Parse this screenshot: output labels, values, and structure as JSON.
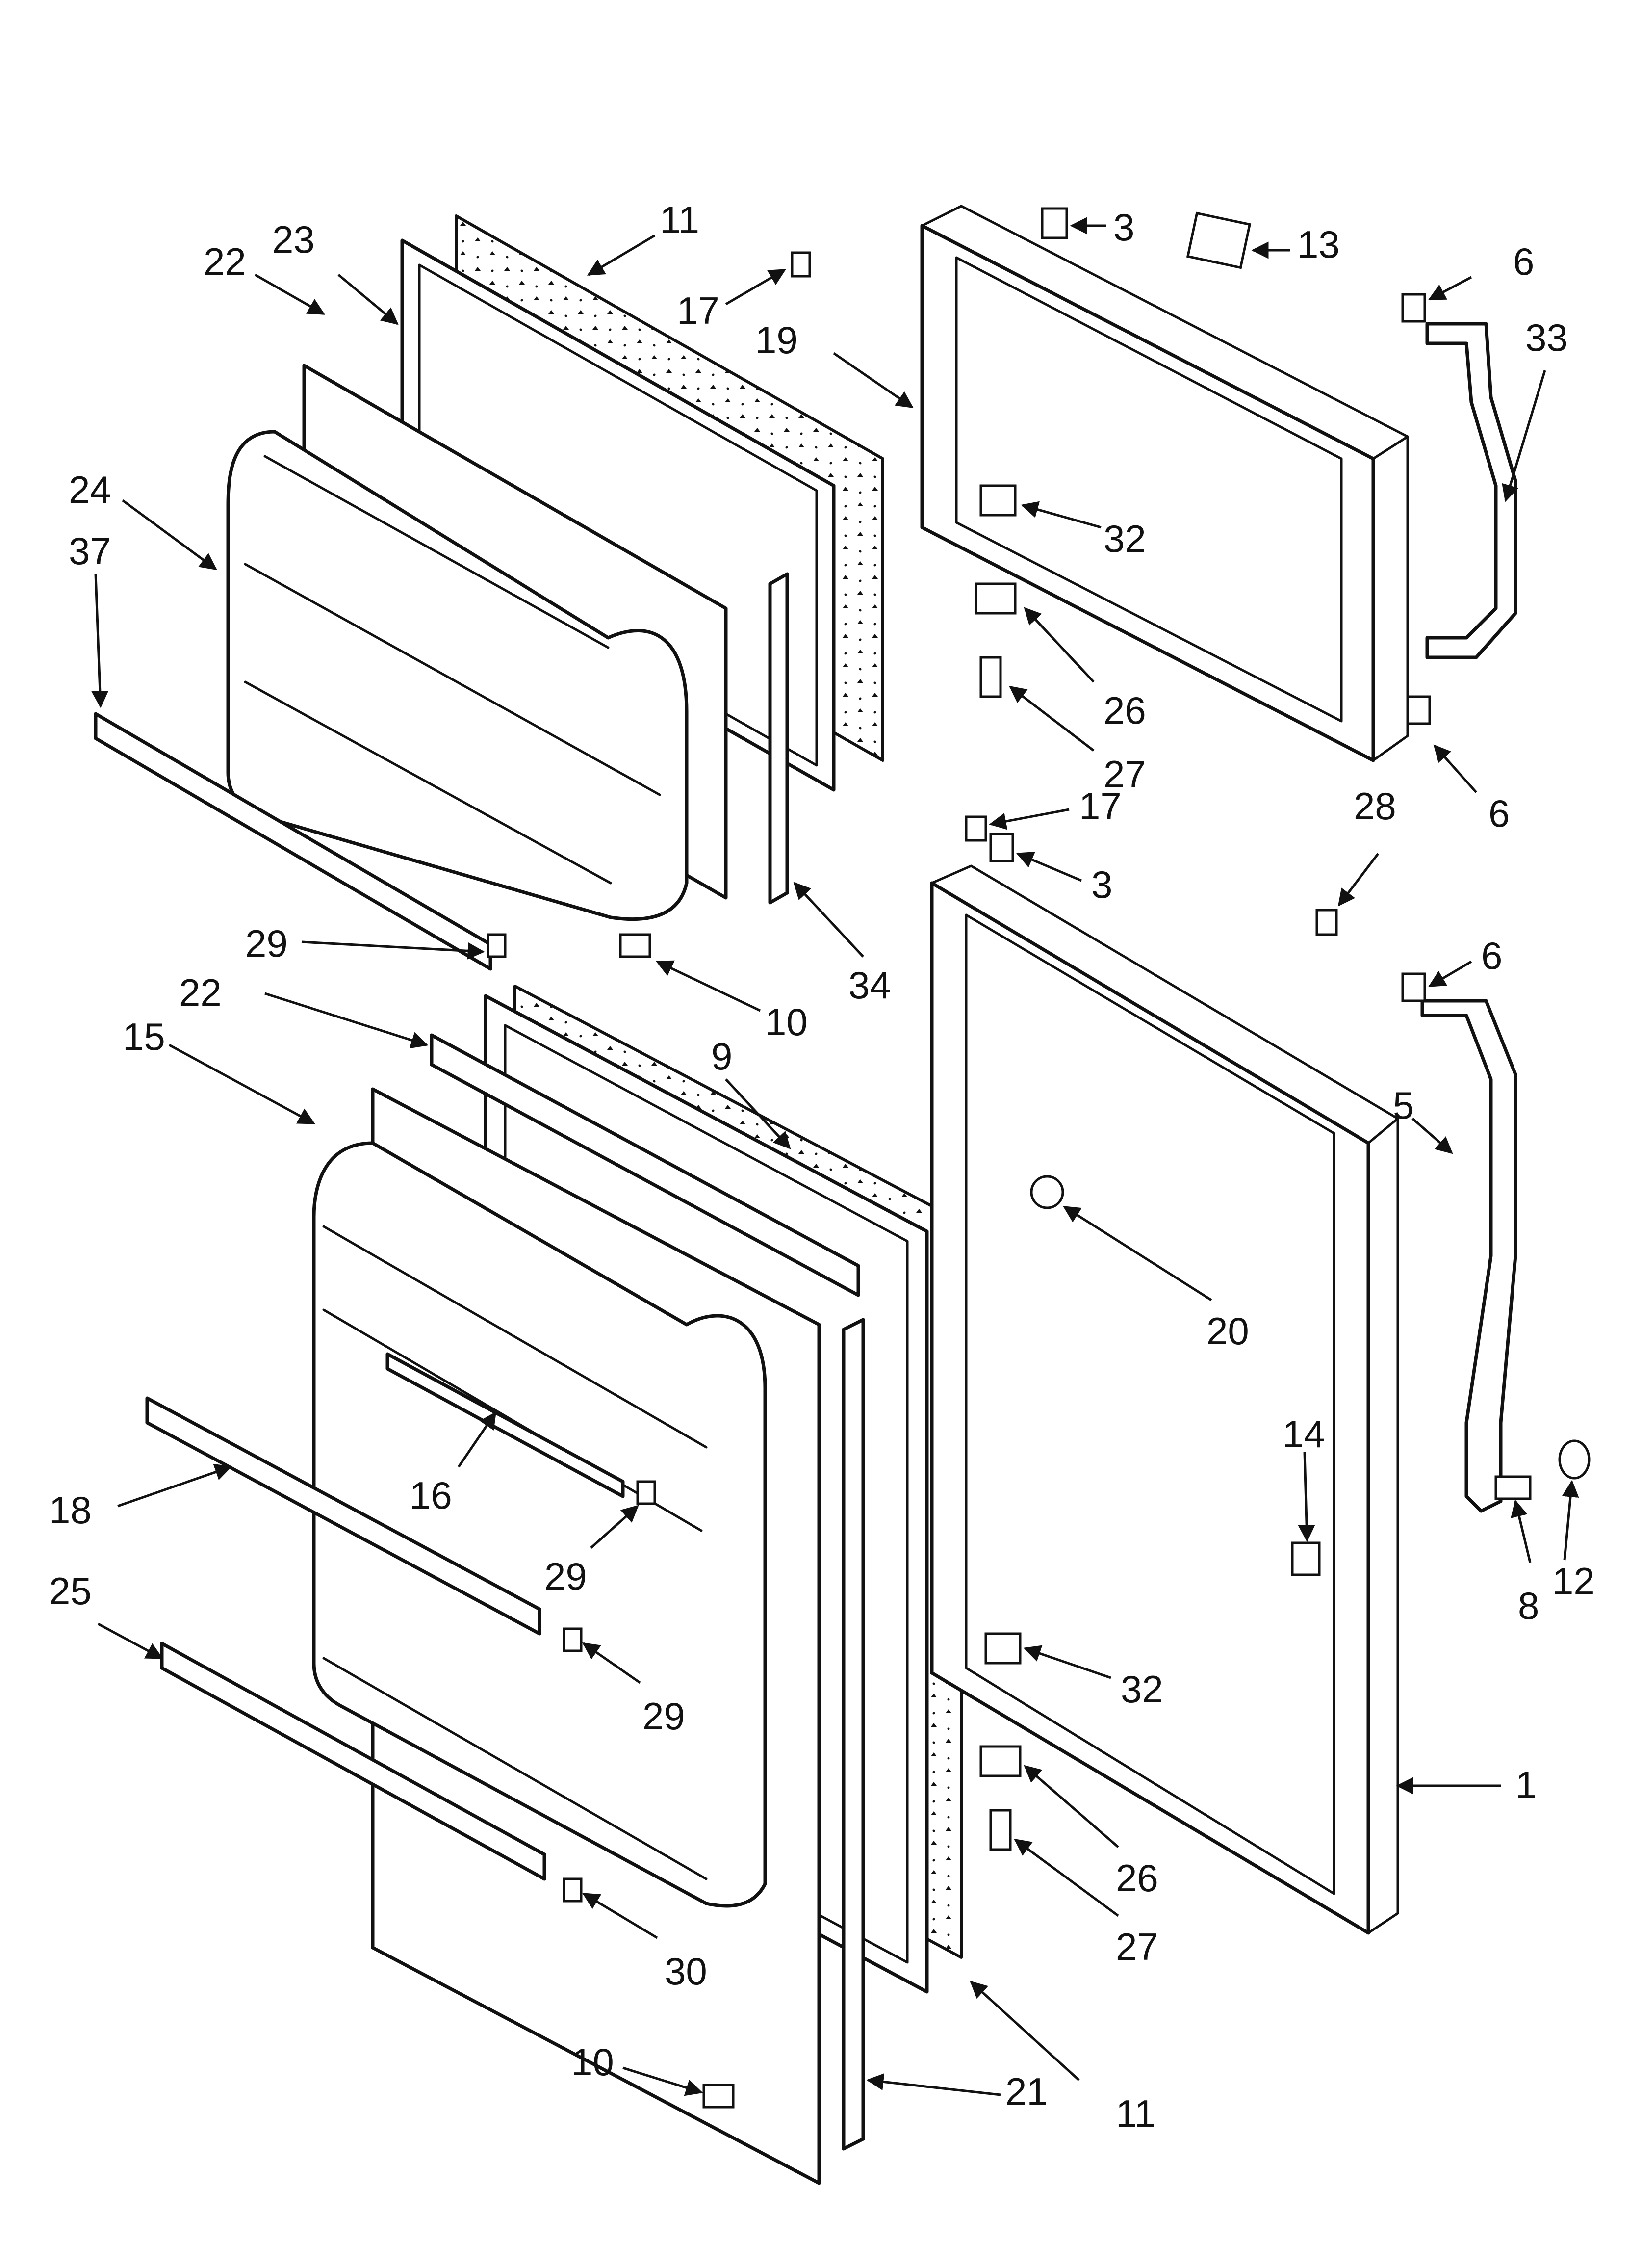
{
  "callouts": [
    {
      "id": "c11a",
      "label": "11"
    },
    {
      "id": "c23",
      "label": "23"
    },
    {
      "id": "c22a",
      "label": "22"
    },
    {
      "id": "c17a",
      "label": "17"
    },
    {
      "id": "c19",
      "label": "19"
    },
    {
      "id": "c3a",
      "label": "3"
    },
    {
      "id": "c13",
      "label": "13"
    },
    {
      "id": "c6a",
      "label": "6"
    },
    {
      "id": "c33",
      "label": "33"
    },
    {
      "id": "c24",
      "label": "24"
    },
    {
      "id": "c37",
      "label": "37"
    },
    {
      "id": "c32a",
      "label": "32"
    },
    {
      "id": "c26a",
      "label": "26"
    },
    {
      "id": "c27a",
      "label": "27"
    },
    {
      "id": "c6b",
      "label": "6"
    },
    {
      "id": "c17b",
      "label": "17"
    },
    {
      "id": "c28",
      "label": "28"
    },
    {
      "id": "c3b",
      "label": "3"
    },
    {
      "id": "c34",
      "label": "34"
    },
    {
      "id": "c29a",
      "label": "29"
    },
    {
      "id": "c10a",
      "label": "10"
    },
    {
      "id": "c22b",
      "label": "22"
    },
    {
      "id": "c6c",
      "label": "6"
    },
    {
      "id": "c15",
      "label": "15"
    },
    {
      "id": "c9",
      "label": "9"
    },
    {
      "id": "c5",
      "label": "5"
    },
    {
      "id": "c20",
      "label": "20"
    },
    {
      "id": "c16",
      "label": "16"
    },
    {
      "id": "c18",
      "label": "18"
    },
    {
      "id": "c14",
      "label": "14"
    },
    {
      "id": "c29b",
      "label": "29"
    },
    {
      "id": "c8",
      "label": "8"
    },
    {
      "id": "c12",
      "label": "12"
    },
    {
      "id": "c25",
      "label": "25"
    },
    {
      "id": "c32b",
      "label": "32"
    },
    {
      "id": "c29c",
      "label": "29"
    },
    {
      "id": "c1",
      "label": "1"
    },
    {
      "id": "c26b",
      "label": "26"
    },
    {
      "id": "c27b",
      "label": "27"
    },
    {
      "id": "c30",
      "label": "30"
    },
    {
      "id": "c11b",
      "label": "11"
    },
    {
      "id": "c10b",
      "label": "10"
    },
    {
      "id": "c21",
      "label": "21"
    }
  ]
}
